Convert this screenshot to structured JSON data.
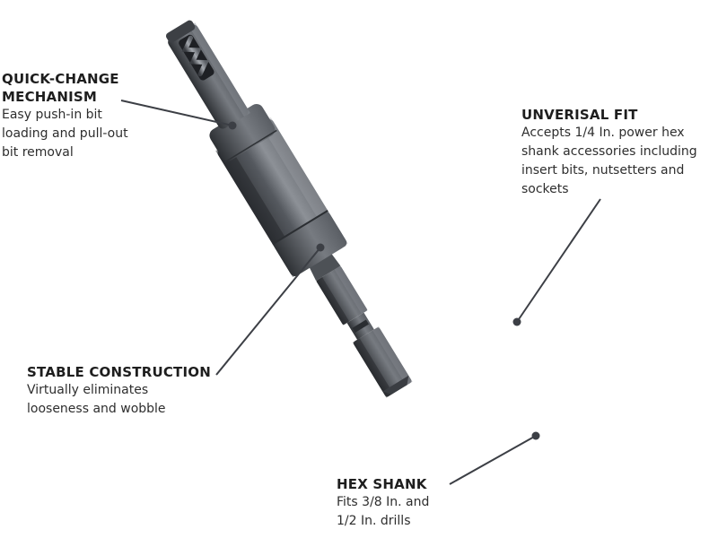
{
  "callouts": {
    "quick_change": {
      "title": "QUICK-CHANGE\nMECHANISM",
      "description": "Easy push-in bit\nloading and pull-out\nbit removal"
    },
    "universal_fit": {
      "title": "UNVERISAL FIT",
      "description": "Accepts 1/4 In. power hex\nshank accessories including\ninsert bits, nutsetters and\nsockets"
    },
    "stable_construction": {
      "title": "STABLE CONSTRUCTION",
      "description": "Virtually eliminates\nlooseness and wobble"
    },
    "hex_shank": {
      "title": "HEX SHANK",
      "description": "Fits 3/8 In. and\n1/2 In. drills"
    }
  },
  "colors": {
    "background": "#ffffff",
    "text": "#2a2a2a",
    "leader_line": "#3c3f45",
    "tool_steel": "#52565c",
    "tool_highlight": "#8a8e94",
    "tool_shadow": "#2f3236"
  },
  "icons": [
    "drill-bit-guide-image"
  ]
}
